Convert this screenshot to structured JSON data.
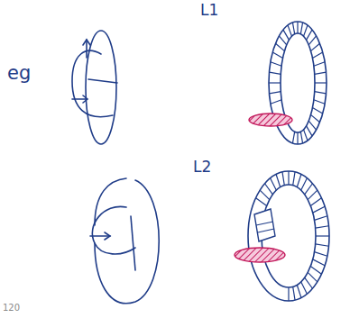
{
  "diagram": {
    "labels": [
      "L1",
      "eg",
      "L2",
      "120"
    ]
  }
}
